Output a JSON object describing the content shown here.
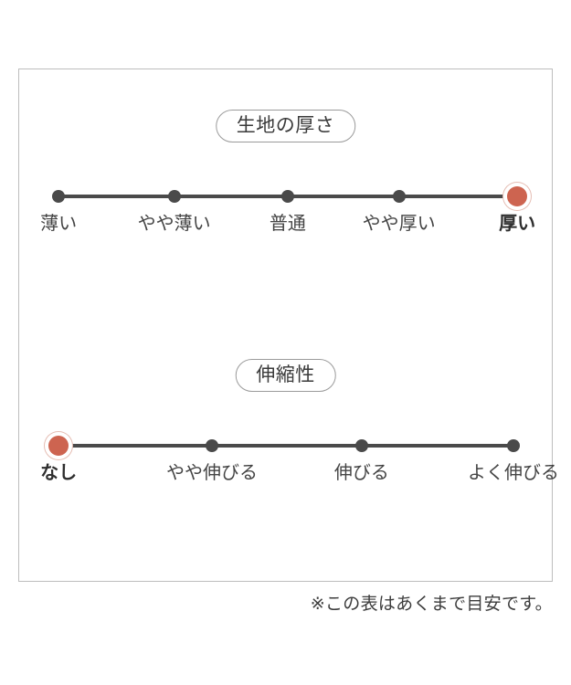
{
  "colors": {
    "card_border": "#bdbdbd",
    "track": "#4a4a4a",
    "dot": "#4a4a4a",
    "active_dot": "#cd6450",
    "active_ring": "#e5bdb3",
    "text": "#3c3c3c",
    "background": "#ffffff"
  },
  "chart_data": {
    "type": "table",
    "title": "",
    "scales": [
      {
        "name": "生地の厚さ",
        "selected_index": 4,
        "categories": [
          "薄い",
          "やや薄い",
          "普通",
          "やや厚い",
          "厚い"
        ],
        "positions_pct": [
          7.4,
          29.1,
          50.4,
          71.3,
          93.5
        ]
      },
      {
        "name": "伸縮性",
        "selected_index": 0,
        "categories": [
          "なし",
          "やや伸びる",
          "伸びる",
          "よく伸びる"
        ],
        "positions_pct": [
          7.4,
          36.2,
          64.3,
          92.8
        ]
      }
    ]
  },
  "thickness": {
    "pill_label": "生地の厚さ",
    "labels": [
      "薄い",
      "やや薄い",
      "普通",
      "やや厚い",
      "厚い"
    ]
  },
  "stretch": {
    "pill_label": "伸縮性",
    "labels": [
      "なし",
      "やや伸びる",
      "伸びる",
      "よく伸びる"
    ]
  },
  "footnote": {
    "text": "※この表はあくまで目安です。"
  }
}
